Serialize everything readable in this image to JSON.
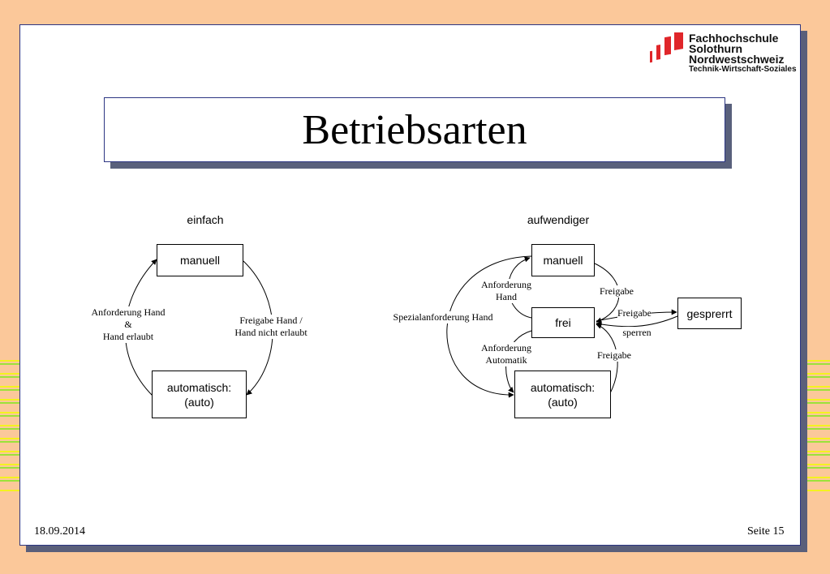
{
  "slide": {
    "title": "Betriebsarten",
    "date": "18.09.2014",
    "page": "Seite 15"
  },
  "logo": {
    "line1": "Fachhochschule",
    "line2": "Solothurn",
    "line3": "Nordwestschweiz",
    "line4": "Technik-Wirtschaft-Soziales"
  },
  "simple": {
    "heading": "einfach",
    "box_manual": "manuell",
    "box_auto_line1": "automatisch:",
    "box_auto_line2": "(auto)",
    "left_label_line1": "Anforderung  Hand",
    "left_label_line2": "&",
    "left_label_line3": "Hand  erlaubt",
    "right_label_line1": "Freigabe Hand /",
    "right_label_line2": "Hand nicht erlaubt"
  },
  "complex": {
    "heading": "aufwendiger",
    "box_manual": "manuell",
    "box_free": "frei",
    "box_locked": "gesprerrt",
    "box_auto_line1": "automatisch:",
    "box_auto_line2": "(auto)",
    "req_hand_line1": "Anforderung",
    "req_hand_line2": "Hand",
    "special_req": "Spezialanforderung  Hand",
    "req_auto_line1": "Anforderung",
    "req_auto_line2": "Automatik",
    "release_top": "Freigabe",
    "release_bottom": "Freigabe",
    "release_right": "Freigabe",
    "lock": "sperren"
  },
  "colors": {
    "background": "#fbc89a",
    "border": "#2c3582",
    "logo_red": "#e0262a"
  }
}
